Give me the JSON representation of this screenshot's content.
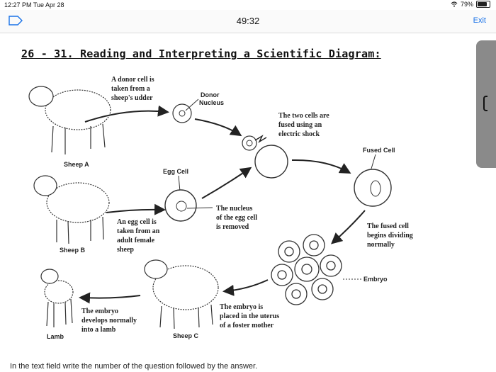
{
  "status_bar": {
    "time": "12:27 PM   Tue Apr 28",
    "battery": "79%"
  },
  "nav": {
    "timer": "49:32",
    "exit_label": "Exit"
  },
  "question": {
    "heading": "26 - 31. Reading and Interpreting a Scientific Diagram:"
  },
  "diagram": {
    "donor_cell_caption": [
      "A donor cell is",
      "taken from a",
      "sheep's udder"
    ],
    "donor_nucleus": [
      "Donor",
      "Nucleus"
    ],
    "two_cells_fused": [
      "The two cells are",
      "fused using  an",
      "electric shock"
    ],
    "fused_cell_label": "Fused Cell",
    "sheep_a": "Sheep A",
    "egg_cell_label": "Egg Cell",
    "nucleus_removed": [
      "The nucleus",
      "of the egg cell",
      "is removed"
    ],
    "egg_cell_caption": [
      "An egg cell is",
      "taken from an",
      "adult female",
      "sheep"
    ],
    "sheep_b": "Sheep B",
    "fused_dividing": [
      "The fused cell",
      "begins dividing",
      "normally"
    ],
    "embryo_label": "Embryo",
    "embryo_placed": [
      "The embryo is",
      "placed in the uterus",
      "of a foster mother"
    ],
    "embryo_develops": [
      "The embryo",
      "develops normally",
      "into a lamb"
    ],
    "lamb": "Lamb",
    "sheep_c": "Sheep C"
  },
  "footer": {
    "instruction": "In the text field write the number of the question followed by the answer."
  }
}
